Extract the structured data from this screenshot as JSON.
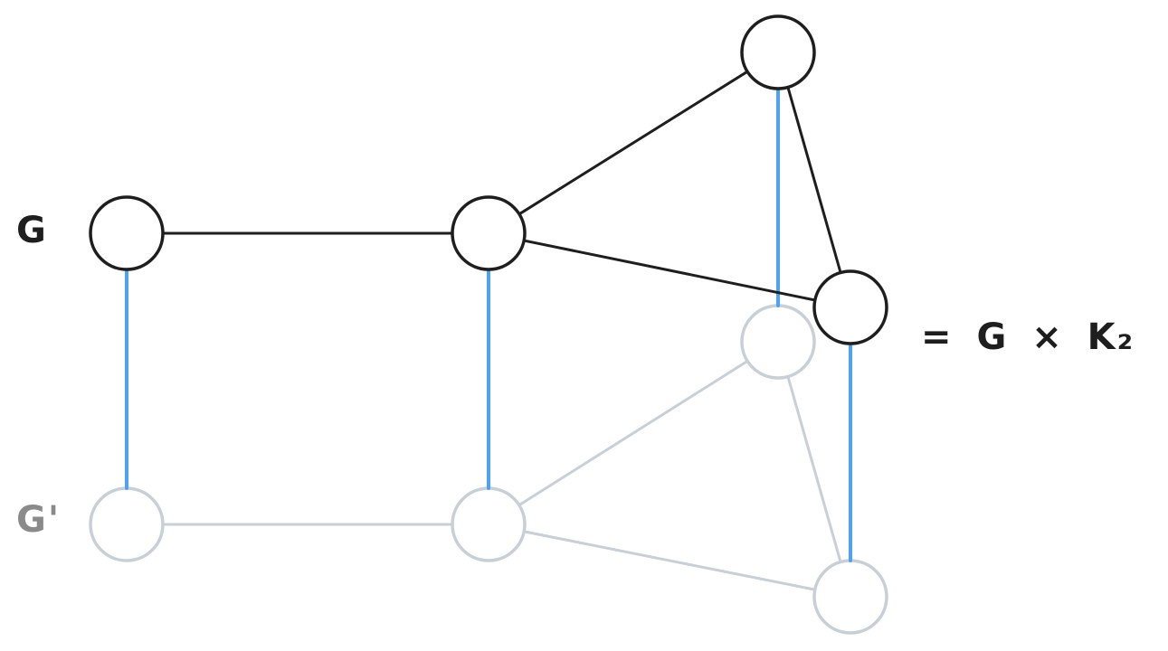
{
  "labels": {
    "top_graph": "G",
    "bottom_graph": "G'",
    "product": "= G × K₂"
  },
  "colors": {
    "top_graph": "#1e1e1e",
    "bottom_graph": "#c9cfd7",
    "connector": "#4da3ef",
    "bottom_label": "#8a8a8a"
  },
  "graph": {
    "nodes": [
      "a",
      "b",
      "c",
      "d"
    ],
    "edges": [
      [
        "a",
        "b"
      ],
      [
        "b",
        "c"
      ],
      [
        "b",
        "d"
      ],
      [
        "c",
        "d"
      ]
    ],
    "connectors": [
      "a",
      "b",
      "c",
      "d"
    ]
  }
}
